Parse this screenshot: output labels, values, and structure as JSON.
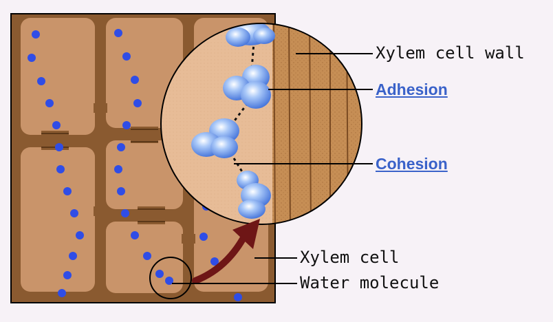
{
  "labels": {
    "xylem_cell_wall": "Xylem cell wall",
    "adhesion": "Adhesion",
    "cohesion": "Cohesion",
    "xylem_cell": "Xylem cell",
    "water_molecule": "Water molecule"
  },
  "colors": {
    "background": "#f7f2f7",
    "cell_interior": "#c9946a",
    "cell_wall": "#8a5a30",
    "magnified_fluid": "#e7bc97",
    "magnified_wall": "#c68e55",
    "water_dot": "#2f4de6",
    "molecule": "#7aa6ef",
    "arrow": "#6e1616",
    "link": "#3a62c9"
  }
}
